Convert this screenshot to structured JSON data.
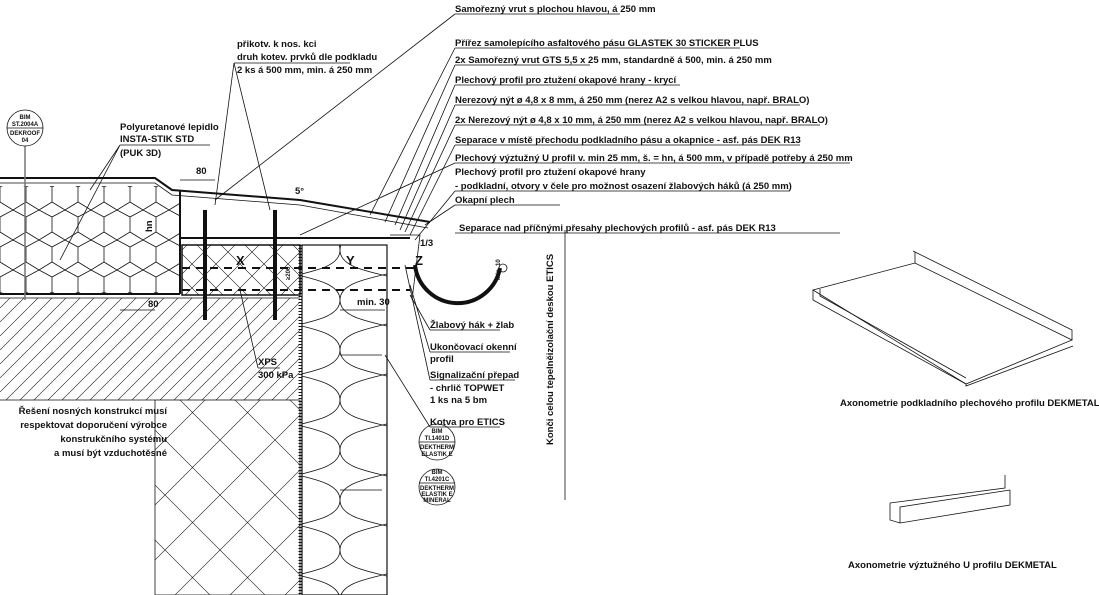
{
  "labels": {
    "screw_flat_head": "Samořezný vrut s plochou hlavou, á 250 mm",
    "glastek_cut": "Přířez samolepícího asfaltového pásu GLASTEK 30 STICKER PLUS",
    "gts_screw": "2x Samořezný vrut GTS 5,5 x 25 mm, standardně á 500, min. á 250 mm",
    "cover_profile": "Plechový profil pro ztužení okapové hrany - krycí",
    "rivet_8": "Nerezový nýt ø 4,8 x 8 mm, á 250 mm (nerez A2 s velkou hlavou, např. BRALO)",
    "rivet_10": "2x Nerezový nýt ø 4,8 x 10 mm, á 250 mm (nerez A2 s velkou hlavou, např. BRALO)",
    "separation_transition": "Separace v místě přechodu podkladního pásu a okapnice - asf. pás DEK R13",
    "u_profile": "Plechový výztužný U profil v. min 25 mm, š. = hn, á 500 mm, v případě potřeby á 250 mm",
    "base_profile_1": "Plechový profil pro ztužení okapové hrany",
    "base_profile_2": "- podkladní, otvory v čele pro možnost osazení žlabových háků (á 250 mm)",
    "drip_edge": "Okapní plech",
    "separation_overlap": "Separace nad příčnými přesahy plechových profilů - asf. pás DEK R13",
    "anchor_1": "přikotv. k nos. kci",
    "anchor_2": "druh kotev. prvků dle podkladu",
    "anchor_3": "2 ks á 500 mm, min. á 250 mm",
    "adhesive_1": "Polyuretanové lepidlo",
    "adhesive_2": "INSTA-STIK STD",
    "adhesive_3": "(PUK 3D)",
    "gutter": "Žlabový hák + žlab",
    "window_profile_1": "Ukončovací okenní",
    "window_profile_2": "profil",
    "overflow_1": "Signalizační přepad",
    "overflow_2": "- chrlič TOPWET",
    "overflow_3": "1 ks na 5 bm",
    "etics_anchor": "Kotva pro ETICS",
    "etics_end": "Konči celou tepelněizolační deskou ETICS",
    "xps_1": "XPS",
    "xps_2": "300 kPa",
    "note_1": "Řešení nosných konstrukcí musí",
    "note_2": "respektovat doporučení výrobce",
    "note_3": "konstrukčního systému",
    "note_4": "a musí být vzduchotěsné"
  },
  "dimensions": {
    "d80_top": "80",
    "angle": "5°",
    "hn": "hn",
    "x": "X",
    "y": "Y",
    "z": "Z",
    "third": "1/3",
    "d200": "≥200",
    "min10": "min. 10",
    "d80_bottom": "80",
    "min30": "min. 30"
  },
  "tags": {
    "roof": {
      "top_1": "BIM",
      "top_2": "ST.2004A",
      "bottom_1": "DEKROOF",
      "bottom_2": "04"
    },
    "wall1": {
      "top_1": "BIM",
      "top_2": "TI.1401D",
      "bottom_1": "DEKTHERM",
      "bottom_2": "ELASTIK E"
    },
    "wall2": {
      "top_1": "BIM",
      "top_2": "TI.4201C",
      "bottom_1": "DEKTHERM",
      "bottom_2": "ELASTIK E",
      "bottom_3": "MINERAL"
    }
  },
  "captions": {
    "axo_base": "Axonometrie podkladního plechového profilu DEKMETAL",
    "axo_u": "Axonometrie výztužného U profilu DEKMETAL"
  }
}
